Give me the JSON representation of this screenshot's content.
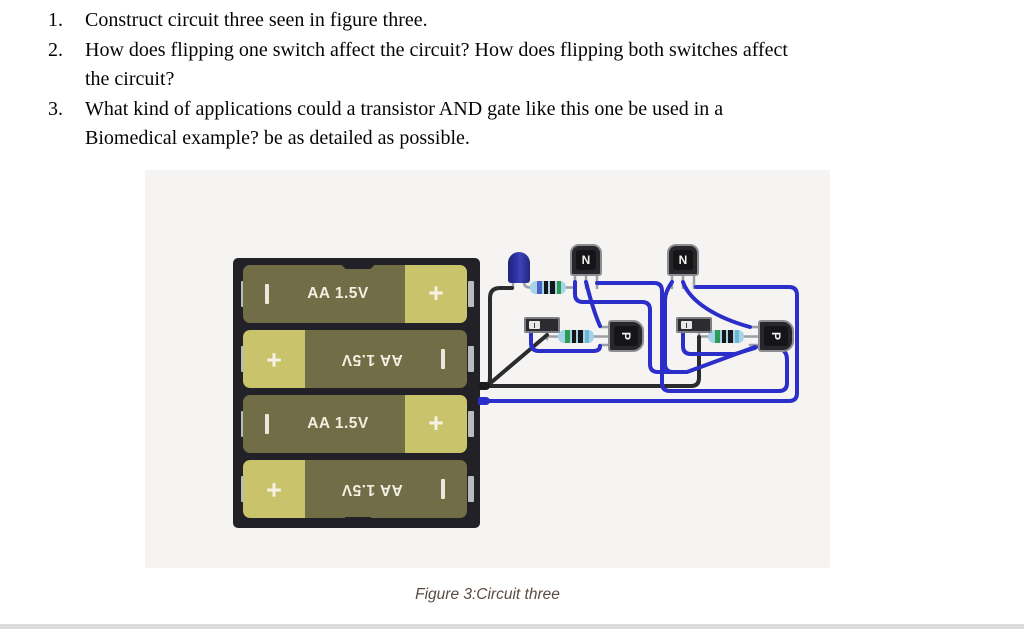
{
  "questions": [
    {
      "num": "1.",
      "lines": [
        "Construct circuit three seen in figure three."
      ]
    },
    {
      "num": "2.",
      "lines": [
        "How does flipping one switch affect the circuit? How does flipping both switches affect",
        "the circuit?"
      ]
    },
    {
      "num": "3.",
      "lines": [
        "What kind of applications could a transistor AND gate like this one be used in a",
        "Biomedical example? be as detailed as possible."
      ]
    }
  ],
  "figure": {
    "caption": "Figure 3:Circuit three",
    "battery_pack": {
      "cells": [
        {
          "label": "AA 1.5V",
          "plus": "+"
        },
        {
          "label": "AA 1.5V",
          "plus": "+"
        },
        {
          "label": "AA 1.5V",
          "plus": "+"
        },
        {
          "label": "AA 1.5V",
          "plus": "+"
        }
      ]
    },
    "transistors": [
      {
        "label": "N"
      },
      {
        "label": "N"
      },
      {
        "label": "P"
      },
      {
        "label": "P"
      }
    ],
    "colors": {
      "wire_positive": "#2b2ec8",
      "wire_negative": "#2b2b2e",
      "led": "#2c31a6",
      "resistor_body": "#a5d4e8",
      "battery_dark": "#716d46",
      "battery_light": "#c9c46b"
    }
  }
}
